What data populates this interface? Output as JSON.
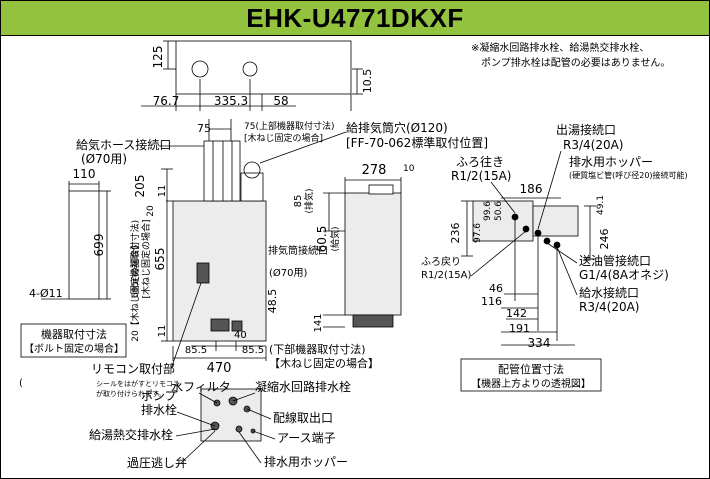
{
  "title": "EHK-U4771DKXF",
  "note": {
    "line1": "※凝縮水回路排水栓、給湯熱交排水栓、",
    "line2": "ポンプ排水栓は配管の必要はありません。"
  },
  "top_view": {
    "dim_125": "125",
    "dim_105": "10.5",
    "dim_767": "76.7",
    "dim_3353": "335.3",
    "dim_58": "58"
  },
  "front_view": {
    "dim_75": "75",
    "upper_mount_label": "75(上部機器取付寸法)",
    "screw_fix_note": "[木ねじ固定の場合]",
    "air_hose_line1": "給気ホース接続口",
    "air_hose_line2": "(Ø70用)",
    "flue_line1": "給排気筒穴(Ø120)",
    "flue_line2": "[FF-70-062標準取付位置]",
    "exhaust_label": "排気筒接続口",
    "exhaust_sub": "(Ø70用)",
    "dim_205": "205",
    "dim_11a": "11",
    "dim_20": "20",
    "dim_655": "655",
    "dim_695_line1": "695(機器取付寸法)",
    "dim_695_line2": "[木ねじ固定の場合]",
    "dim_20b_label": "20【木ねじ固定の場合】",
    "dim_485": "48.5",
    "dim_11b": "11",
    "dim_40": "40",
    "dim_855a": "85.5",
    "dim_855b": "85.5",
    "dim_470": "470",
    "lower_mount_line1": "(下部機器取付寸法)",
    "lower_mount_line2": "【木ねじ固定の場合】"
  },
  "side_view": {
    "dim_278": "278",
    "dim_10": "10",
    "dim_85": "85",
    "dim_85_sub": "(排気)",
    "dim_605": "60.5",
    "dim_605_sub": "(給気)",
    "dim_141": "141"
  },
  "bracket": {
    "dim_110": "110",
    "dim_699": "699",
    "hole": "4-Ø11",
    "caption_line1": "機器取付寸法",
    "caption_line2": "【ボルト固定の場合】"
  },
  "pipe_plan": {
    "outlet_label": "出湯接続口",
    "outlet_size": "R3/4(20A)",
    "bath_out_label": "ふろ往き",
    "bath_out_size": "R1/2(15A)",
    "hopper_label": "排水用ホッパー",
    "hopper_sub": "(硬質塩ビ管(呼び径20)接続可能)",
    "dim_186": "186",
    "dim_996": "99.6",
    "dim_506": "50.6",
    "dim_491": "49.1",
    "dim_236": "236",
    "dim_976": "97.6",
    "dim_246": "246",
    "bath_ret_label": "ふろ戻り",
    "bath_ret_size": "R1/2(15A)",
    "oil_label": "送油管接続口",
    "oil_size": "G1/4(8Aオネジ)",
    "supply_label": "給水接続口",
    "supply_size": "R3/4(20A)",
    "dim_46": "46",
    "dim_116": "116",
    "dim_142": "142",
    "dim_191": "191",
    "dim_334": "334",
    "caption_line1": "配管位置寸法",
    "caption_line2": "【機器上方よりの透視図】"
  },
  "remote": {
    "label": "リモコン取付部",
    "note_line1": "シールをはがすとリモコン",
    "note_line2": "が取り付けられます。"
  },
  "bottom_labels": {
    "water_filter": "水フィルタ",
    "condensate_drain": "凝縮水回路排水栓",
    "pump_line1": "ポンプ",
    "pump_line2": "排水栓",
    "wiring_outlet": "配線取出口",
    "heat_exchanger_drain": "給湯熱交排水栓",
    "earth_terminal": "アース端子",
    "relief_valve": "過圧逃し弁",
    "drain_hopper": "排水用ホッパー"
  },
  "colors": {
    "title_bar": "#93c23f",
    "unit_fill": "#ececec",
    "dark_part": "#555555"
  }
}
